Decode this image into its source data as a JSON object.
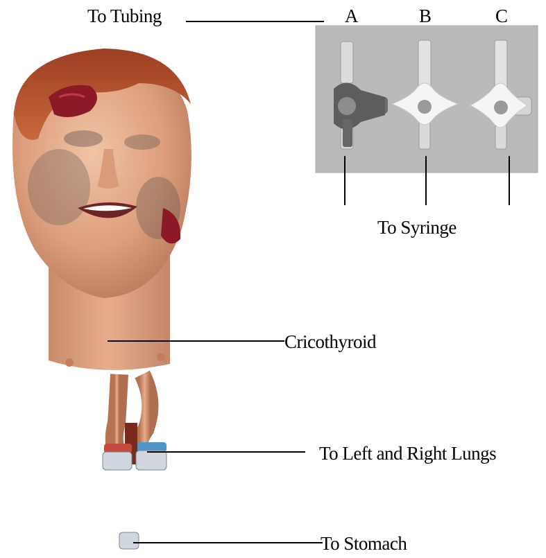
{
  "labels": {
    "to_tubing": "To Tubing",
    "valve_a": "A",
    "valve_b": "B",
    "valve_c": "C",
    "to_syringe": "To Syringe",
    "cricothyroid": "Cricothyroid",
    "to_lungs": "To Left and Right Lungs",
    "to_stomach": "To Stomach"
  },
  "colors": {
    "photo_panel": "#b9b9b9",
    "skin": "#e0a27f",
    "hair": "#b8542c",
    "wound": "#8c1a26",
    "valve_dark": "#5d5d5d",
    "valve_light": "#f4f4f4",
    "line": "#000000"
  }
}
